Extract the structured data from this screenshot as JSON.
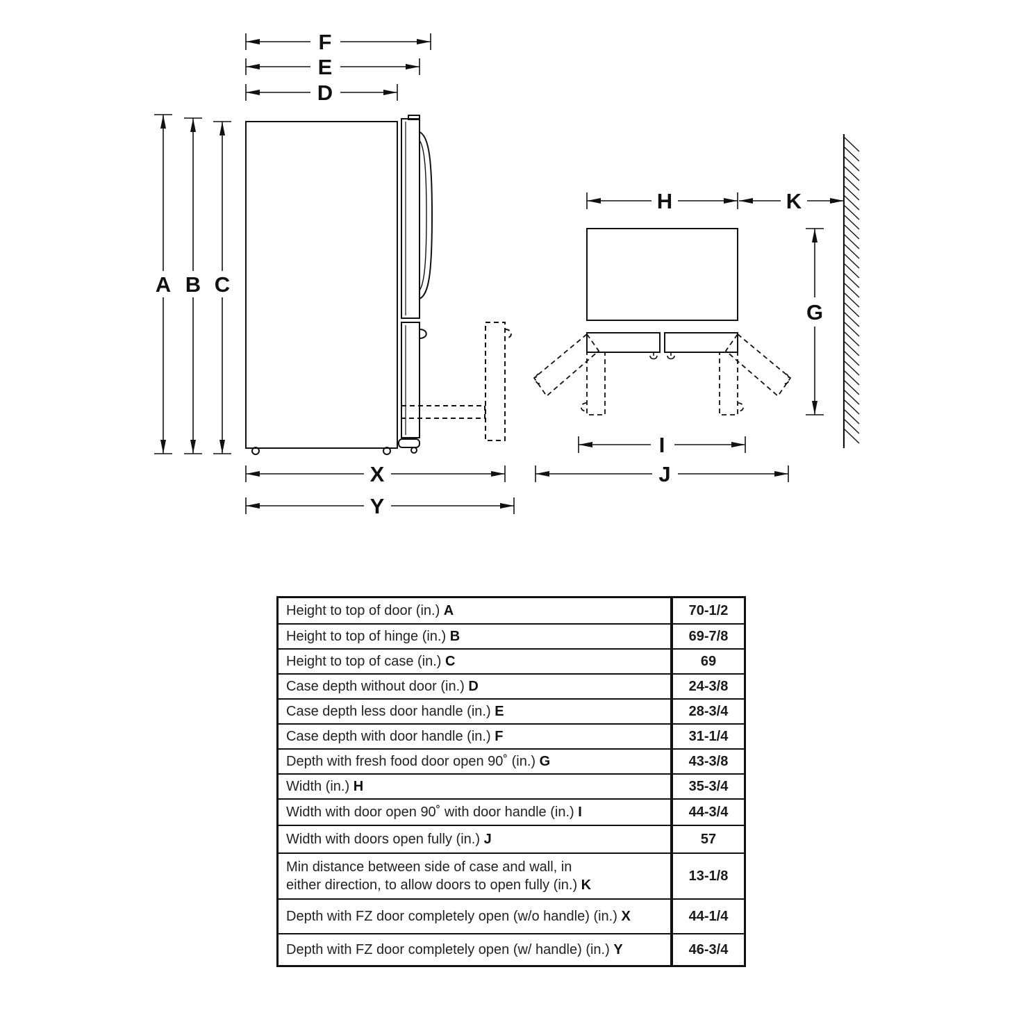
{
  "diagram": {
    "labels": {
      "a": "A",
      "b": "B",
      "c": "C",
      "d": "D",
      "e": "E",
      "f": "F",
      "g": "G",
      "h": "H",
      "i": "I",
      "j": "J",
      "k": "K",
      "x": "X",
      "y": "Y"
    }
  },
  "table": {
    "rows": [
      {
        "label": "Height to top of door (in.)",
        "letter": "A",
        "value": "70-1/2"
      },
      {
        "label": "Height to top of hinge (in.)",
        "letter": "B",
        "value": "69-7/8"
      },
      {
        "label": "Height to top of case (in.)",
        "letter": "C",
        "value": "69"
      },
      {
        "label": "Case depth without door (in.)",
        "letter": "D",
        "value": "24-3/8"
      },
      {
        "label": "Case depth less door handle (in.)",
        "letter": "E",
        "value": "28-3/4"
      },
      {
        "label": "Case depth with door handle (in.)",
        "letter": "F",
        "value": "31-1/4"
      },
      {
        "label": "Depth with fresh food door open 90˚ (in.)",
        "letter": "G",
        "value": "43-3/8"
      },
      {
        "label": "Width (in.)",
        "letter": "H",
        "value": "35-3/4"
      },
      {
        "label": "Width with door open 90˚ with door handle (in.)",
        "letter": "I",
        "value": "44-3/4"
      },
      {
        "label": "Width with doors open fully (in.)",
        "letter": "J",
        "value": "57"
      },
      {
        "label": "Min distance between side of case and wall, in\neither direction, to allow doors to open fully (in.)",
        "letter": "K",
        "value": "13-1/8"
      },
      {
        "label": "Depth with FZ door completely open (w/o handle) (in.)",
        "letter": "X",
        "value": "44-1/4"
      },
      {
        "label": "Depth with FZ door completely open (w/ handle) (in.)",
        "letter": "Y",
        "value": "46-3/4"
      }
    ]
  }
}
